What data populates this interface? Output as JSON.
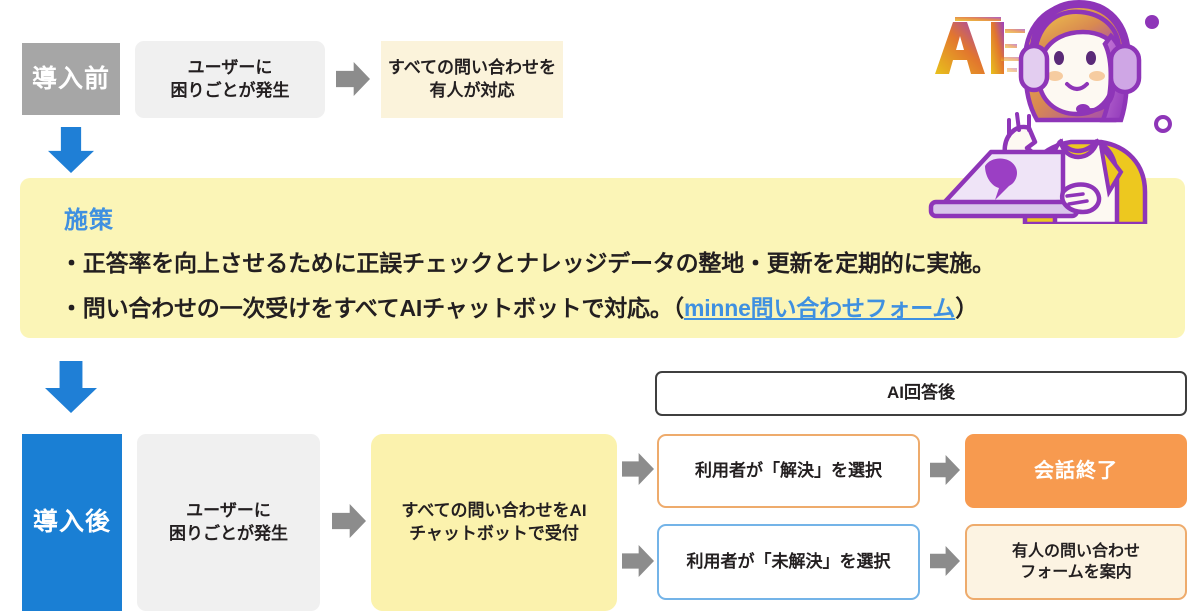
{
  "diagram": {
    "title_before": "導入前",
    "title_after": "導入後",
    "before_flow": [
      {
        "label": "ユーザーに\n困りごとが発生"
      },
      {
        "label": "すべての問い合わせを\n有人が対応"
      }
    ],
    "measure": {
      "heading": "施策",
      "bullet_1": "・正答率を向上させるために正誤チェックとナレッジデータの整地・更新を定期的に実施。",
      "bullet_2_prefix": "・問い合わせの一次受けをすべてAIチャットボットで対応。（",
      "bullet_2_link": "minne問い合わせフォーム",
      "bullet_2_suffix": "）"
    },
    "after_header": "AI回答後",
    "after_flow": [
      {
        "label": "ユーザーに\n困りごとが発生"
      },
      {
        "label": "すべての問い合わせをAI\nチャットボットで受付"
      }
    ],
    "branches": [
      {
        "condition": "利用者が「解決」を選択",
        "result": "会話終了"
      },
      {
        "condition": "利用者が「未解決」を選択",
        "result": "有人の問い合わせ\nフォームを案内"
      }
    ],
    "illustration": {
      "badge_text": "AI",
      "alt": "headset-operator-with-laptop-illustration"
    },
    "colors": {
      "phase_before_bg": "#a6a6a6",
      "phase_after_bg": "#1a7fd4",
      "gray_box_bg": "#f0f0f0",
      "cream_box_bg": "#fbf3db",
      "measure_panel_bg": "#fbf5b7",
      "measure_heading": "#3f90e0",
      "link": "#3f90e0",
      "orange_solid": "#f79a4f",
      "orange_border": "#eeab6c",
      "blue_border": "#74b4e8",
      "arrow_gray": "#8c8c8c",
      "arrow_blue": "#1f7fd6",
      "beige_box_bg": "#fcf3e2",
      "dark_border": "#3f3f3f"
    }
  }
}
